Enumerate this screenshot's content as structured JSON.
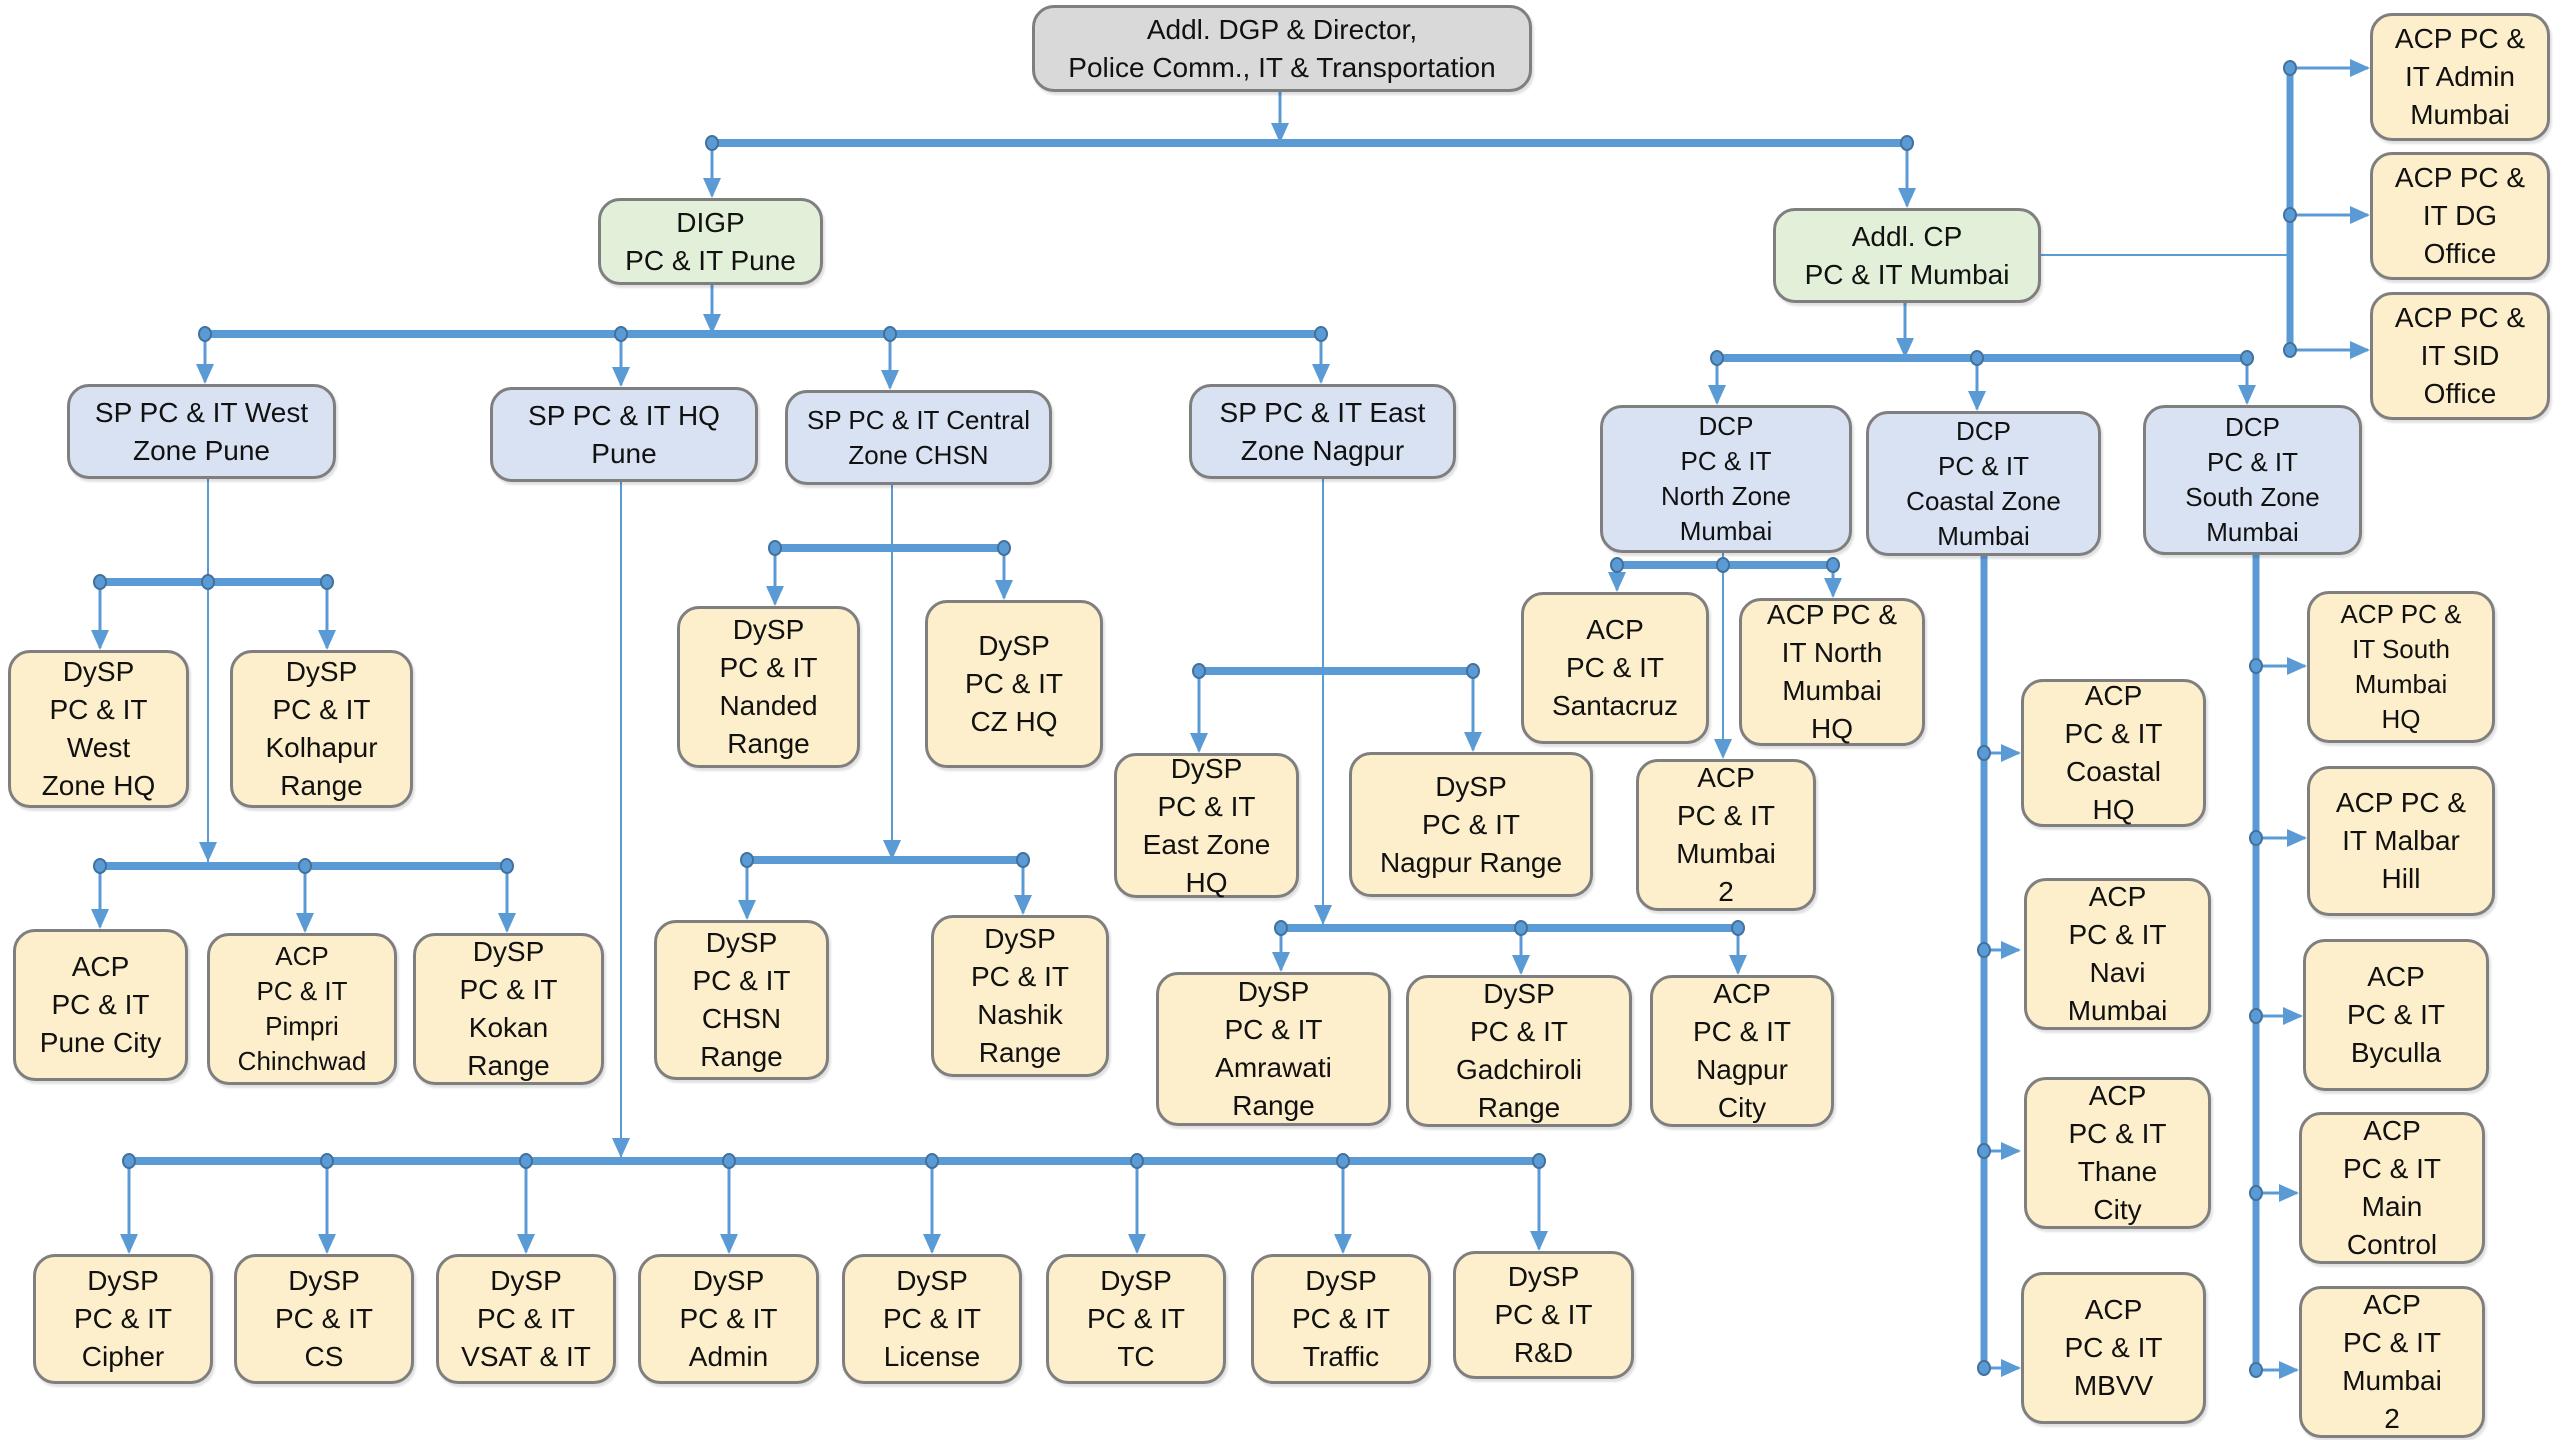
{
  "title": "Police Communication, IT & Transportation Organisation Chart",
  "colors": {
    "connector": "#5b9bd5",
    "connector_dot": "#41719c",
    "border": "#7f7f7f",
    "head": "#d9d9d9",
    "command": "#e2efd9",
    "zone": "#d9e2f3",
    "unit": "#fdefcb"
  },
  "nodes": {
    "root": "Addl. DGP & Director,\nPolice Comm., IT & Transportation",
    "digp_pune": "DIGP\nPC & IT Pune",
    "addl_cp_mumbai": "Addl. CP\nPC & IT Mumbai",
    "sp_west": "SP PC & IT West\nZone Pune",
    "sp_hq": "SP PC & IT HQ\nPune",
    "sp_central": "SP PC & IT Central\nZone CHSN",
    "sp_east": "SP PC & IT East\nZone Nagpur",
    "dcp_north": "DCP\nPC & IT\nNorth Zone\nMumbai",
    "dcp_coastal": "DCP\nPC & IT\nCoastal Zone\nMumbai",
    "dcp_south": "DCP\nPC & IT\nSouth Zone\nMumbai",
    "acp_admin_mumbai": "ACP PC &\nIT Admin\nMumbai",
    "acp_dg_office": "ACP PC &\nIT DG\nOffice",
    "acp_sid_office": "ACP PC &\nIT SID\nOffice",
    "dysp_west_zone_hq": "DySP\nPC & IT\nWest\nZone HQ",
    "dysp_kolhapur": "DySP\nPC & IT\nKolhapur\nRange",
    "acp_pune_city": "ACP\nPC & IT\nPune City",
    "acp_pimpri": "ACP\nPC & IT\nPimpri\nChinchwad",
    "dysp_kokan": "DySP\nPC & IT\nKokan\nRange",
    "dysp_nanded": "DySP\nPC & IT\nNanded\nRange",
    "dysp_cz_hq": "DySP\nPC & IT\nCZ HQ",
    "dysp_chsn": "DySP\nPC & IT\nCHSN\nRange",
    "dysp_nashik": "DySP\nPC & IT\nNashik\nRange",
    "dysp_east_zone_hq": "DySP\nPC & IT\nEast Zone\nHQ",
    "dysp_nagpur_range": "DySP\nPC & IT\nNagpur Range",
    "dysp_amrawati": "DySP\nPC & IT\nAmrawati\nRange",
    "dysp_gadchiroli": "DySP\nPC & IT\nGadchiroli\nRange",
    "acp_nagpur_city": "ACP\nPC & IT\nNagpur\nCity",
    "acp_santacruz": "ACP\nPC & IT\nSantacruz",
    "acp_north_mumbai_hq": "ACP PC &\nIT North\nMumbai\nHQ",
    "acp_mumbai2_north": "ACP\nPC & IT\nMumbai\n2",
    "acp_coastal_hq": "ACP\nPC & IT\nCoastal\nHQ",
    "acp_navi_mumbai": "ACP\nPC & IT\nNavi\nMumbai",
    "acp_thane_city": "ACP\nPC & IT\nThane\nCity",
    "acp_mbvv": "ACP\nPC & IT\nMBVV",
    "acp_south_mumbai_hq": "ACP PC &\nIT South\nMumbai\nHQ",
    "acp_malbar_hill": "ACP PC &\nIT Malbar\nHill",
    "acp_byculla": "ACP\nPC & IT\nByculla",
    "acp_main_control": "ACP\nPC & IT\nMain\nControl",
    "acp_mumbai2_south": "ACP\nPC & IT\nMumbai\n2",
    "dysp_cipher": "DySP\nPC & IT\nCipher",
    "dysp_cs": "DySP\nPC & IT\nCS",
    "dysp_vsat": "DySP\nPC & IT\nVSAT & IT",
    "dysp_admin": "DySP\nPC & IT\nAdmin",
    "dysp_license": "DySP\nPC & IT\nLicense",
    "dysp_tc": "DySP\nPC & IT\nTC",
    "dysp_traffic": "DySP\nPC & IT\nTraffic",
    "dysp_rnd": "DySP\nPC & IT\nR&D"
  }
}
